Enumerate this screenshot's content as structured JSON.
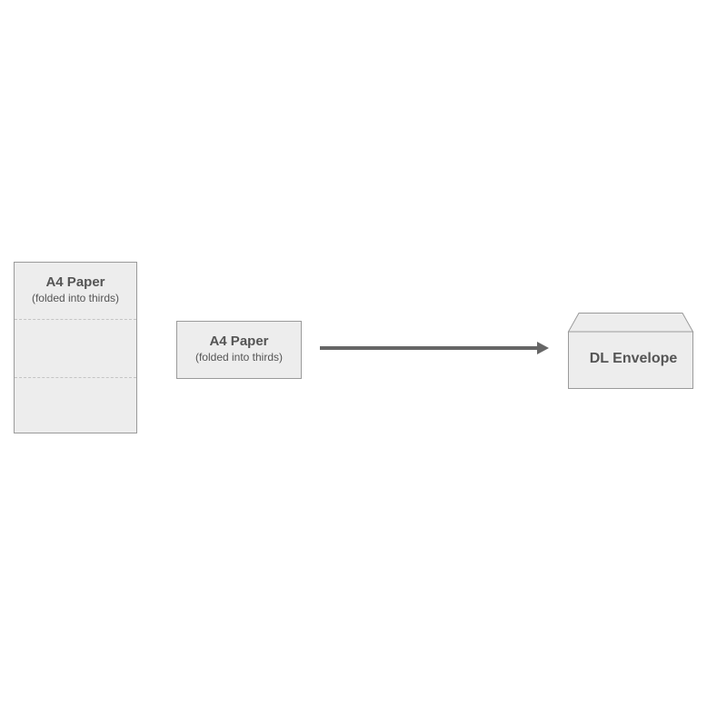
{
  "unfolded_sheet": {
    "title": "A4 Paper",
    "subtitle": "(folded into thirds)"
  },
  "folded_sheet": {
    "title": "A4 Paper",
    "subtitle": "(folded into thirds)"
  },
  "envelope": {
    "label": "DL Envelope"
  },
  "colors": {
    "paper_fill": "#ededed",
    "outline": "#9a9a9a",
    "arrow": "#666666",
    "text": "#555555"
  }
}
